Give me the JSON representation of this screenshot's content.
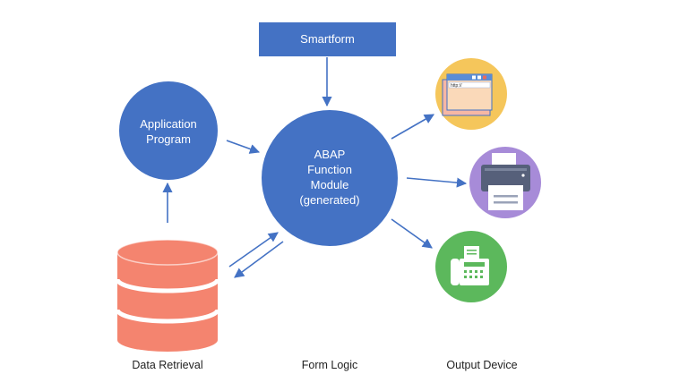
{
  "nodes": {
    "smartform": {
      "label": "Smartform"
    },
    "application_program": {
      "line1": "Application",
      "line2": "Program"
    },
    "abap_function_module": {
      "line1": "ABAP",
      "line2": "Function",
      "line3": "Module",
      "line4": "(generated)"
    }
  },
  "devices": {
    "browser": {
      "icon": "browser-window-icon",
      "url_text": "http://",
      "color": "#F5C65B"
    },
    "printer": {
      "icon": "printer-icon",
      "color": "#A78BD8"
    },
    "fax": {
      "icon": "fax-icon",
      "color": "#5CB85C"
    }
  },
  "captions": {
    "data_retrieval": "Data Retrieval",
    "form_logic": "Form Logic",
    "output_device": "Output Device"
  },
  "colors": {
    "primary_blue": "#4472C4",
    "database_salmon": "#F4846F",
    "arrow": "#4472C4"
  }
}
